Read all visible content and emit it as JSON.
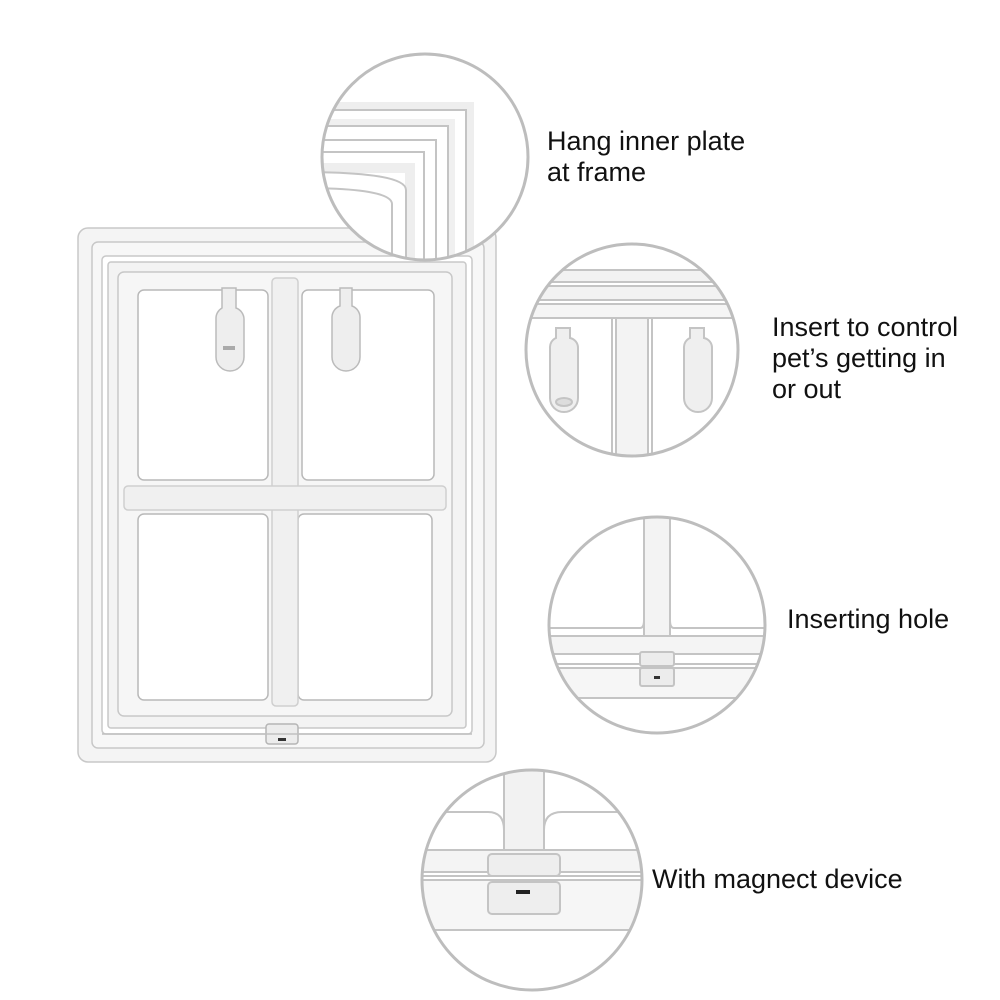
{
  "product": {
    "name_icon": "pet-door-frame-icon",
    "colors": {
      "frame": "#f2f2f2",
      "frame_edge": "#c9c9c9",
      "circle_border": "#bdbdbd",
      "text": "#111111"
    }
  },
  "callouts": [
    {
      "icon": "frame-corner-detail-icon",
      "label": "Hang inner plate\nat frame"
    },
    {
      "icon": "lock-tabs-detail-icon",
      "label": "Insert to control\npet’s getting in\nor out"
    },
    {
      "icon": "inserting-hole-detail-icon",
      "label": "Inserting hole"
    },
    {
      "icon": "magnet-latch-detail-icon",
      "label": "With magnect device"
    }
  ]
}
